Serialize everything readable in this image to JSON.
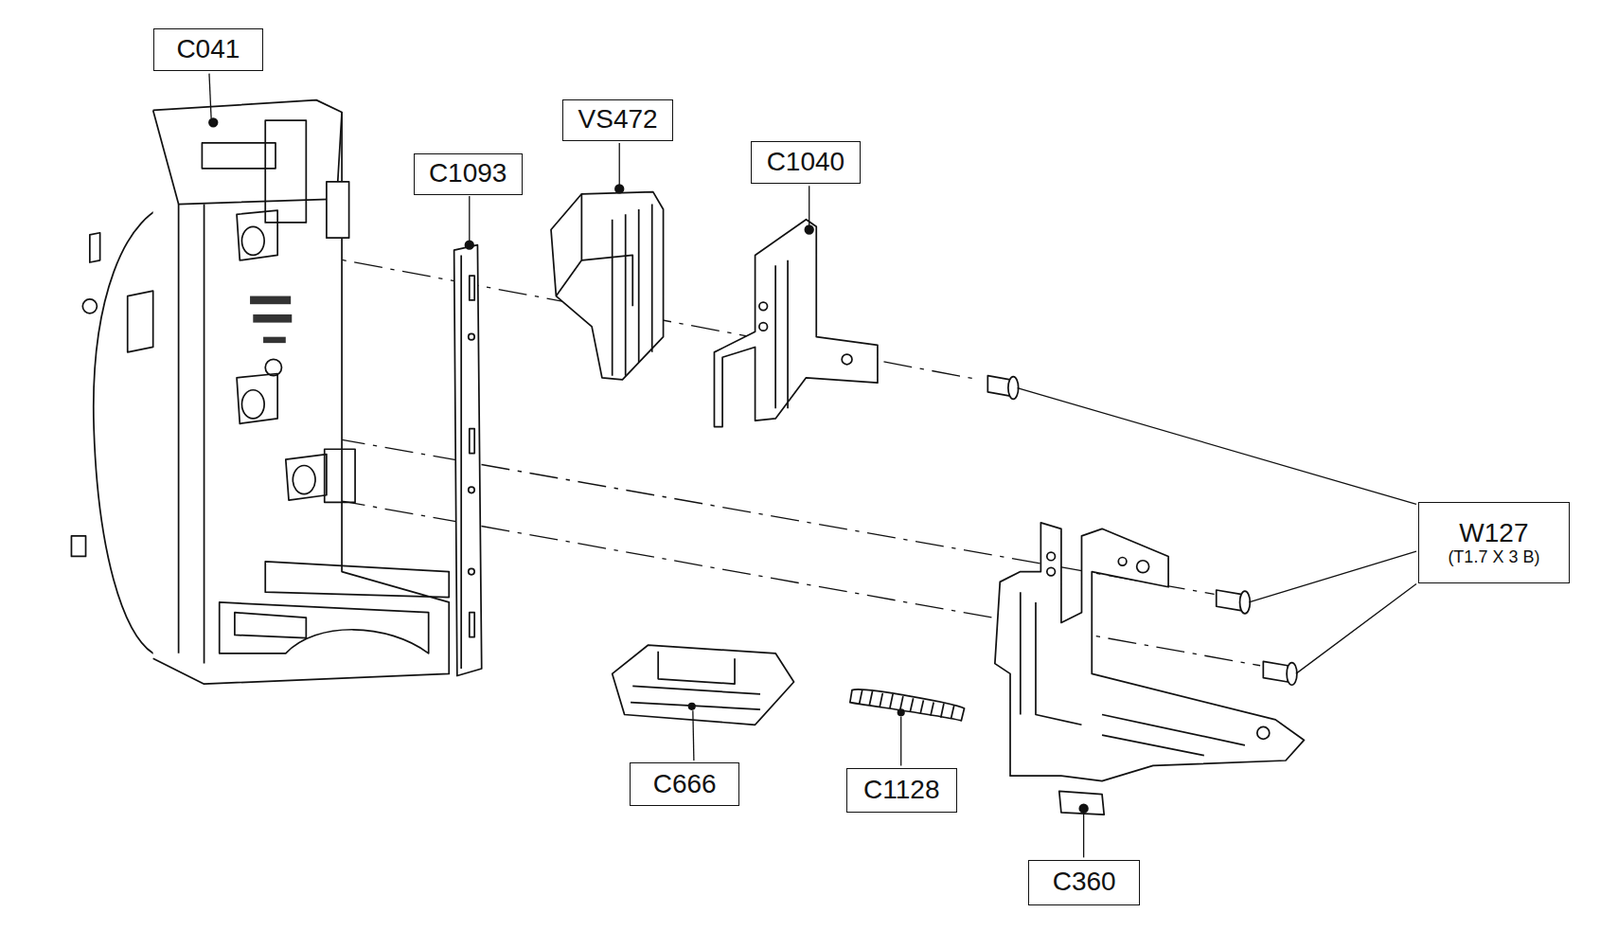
{
  "diagram": {
    "nodes": [
      {
        "text": [
          "C041"
        ]
      },
      {
        "text": [
          "C1093"
        ]
      },
      {
        "text": [
          "VS472"
        ]
      },
      {
        "text": [
          "C1040"
        ]
      },
      {
        "text": [
          "W127",
          "(T1.7 X 3 B)"
        ]
      },
      {
        "text": [
          "C666"
        ]
      },
      {
        "text": [
          "C1128"
        ]
      },
      {
        "text": [
          "C360"
        ]
      }
    ]
  }
}
